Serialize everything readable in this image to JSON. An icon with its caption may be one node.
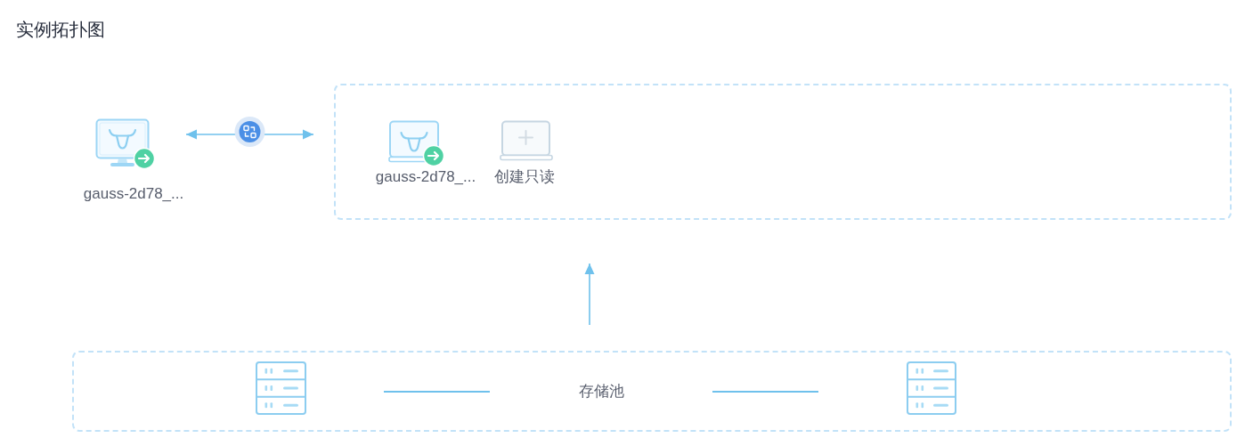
{
  "diagram": {
    "title": "实例拓扑图",
    "nodes": [
      {
        "text": [
          "gauss-2d78_..."
        ]
      },
      {
        "text": [],
        "shape": "box"
      },
      {
        "text": [
          "gauss-2d78_..."
        ],
        "in": 1
      },
      {
        "text": [
          "创建只读"
        ],
        "in": 1
      },
      {
        "text": [
          "存储池"
        ]
      },
      {
        "text": [],
        "shape": "server",
        "in": 4
      },
      {
        "text": [],
        "shape": "server",
        "in": 4
      }
    ],
    "edges": [
      {
        "from": 0,
        "to": 1,
        "arrow": "both"
      },
      {
        "from": 4,
        "to": 1,
        "arrow": "to"
      }
    ]
  }
}
